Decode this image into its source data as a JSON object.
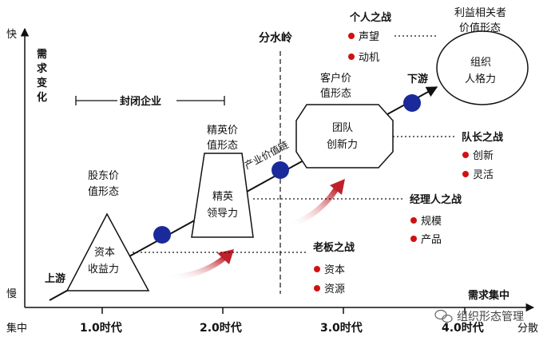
{
  "axes": {
    "y_fast": "快",
    "y_slow": "慢",
    "y_label": [
      "需",
      "求",
      "变",
      "化"
    ],
    "x_start": "集中",
    "x_end": "分散",
    "x_label": "需求集中",
    "eras": [
      "1.0时代",
      "2.0时代",
      "3.0时代",
      "4.0时代"
    ]
  },
  "closed_enterprise": "封闭企业",
  "watershed": "分水岭",
  "value_chain": "产业价值链",
  "upstream": "上游",
  "downstream": "下游",
  "stages": {
    "shareholder": {
      "title": [
        "股东价",
        "值形态"
      ],
      "body": [
        "资本",
        "收益力"
      ]
    },
    "elite": {
      "title": [
        "精英价",
        "值形态"
      ],
      "body": [
        "精英",
        "领导力"
      ]
    },
    "customer": {
      "title": [
        "客户价",
        "值形态"
      ],
      "body": [
        "团队",
        "创新力"
      ]
    },
    "stakeholder": {
      "title": [
        "利益相关者",
        "价值形态"
      ],
      "body": [
        "组织",
        "人格力"
      ]
    }
  },
  "battles": {
    "individual": {
      "title": "个人之战",
      "items": [
        "声望",
        "动机"
      ]
    },
    "captain": {
      "title": "队长之战",
      "items": [
        "创新",
        "灵活"
      ]
    },
    "manager": {
      "title": "经理人之战",
      "items": [
        "规模",
        "产品"
      ]
    },
    "boss": {
      "title": "老板之战",
      "items": [
        "资本",
        "资源"
      ]
    }
  },
  "watermark": "组织形态管理",
  "colors": {
    "node_blue": "#1a2a9a",
    "dot_red": "#d11111",
    "arrow_red": "#c0202a"
  }
}
